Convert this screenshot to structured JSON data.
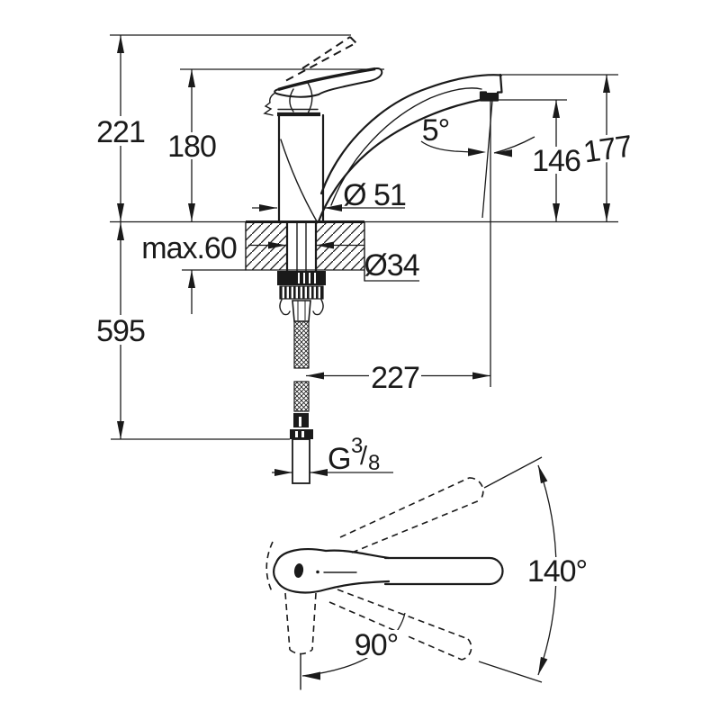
{
  "dims": {
    "total_height": "221",
    "body_height": "180",
    "deck_thickness": "max.60",
    "hose_length": "595",
    "base_diameter": "Ø 51",
    "shank_diameter": "Ø34",
    "aerator_height": "146",
    "spout_height": "177",
    "stream_angle": "5°",
    "spout_reach": "227",
    "thread_prefix": "G",
    "thread_numerator": "3",
    "thread_slash": "/",
    "thread_denominator": "8",
    "swivel_angle": "140°",
    "lever_angle": "90°"
  },
  "colors": {
    "line": "#1a1a1a",
    "background": "#ffffff"
  }
}
